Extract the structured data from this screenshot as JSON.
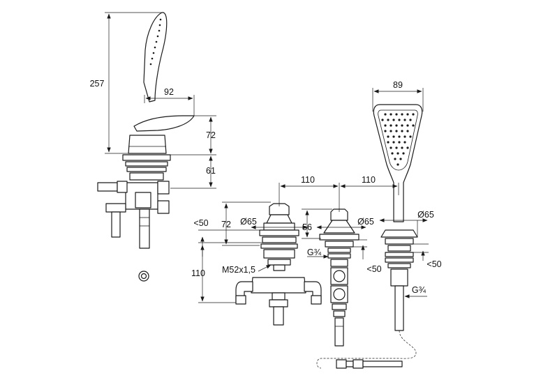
{
  "colors": {
    "line": "#1a1a1a",
    "background": "#ffffff"
  },
  "labels": {
    "side_height_total": "257",
    "side_spout_reach": "92",
    "side_lever_height": "72",
    "side_lower_height": "61",
    "front_spacing_left": "110",
    "front_spacing_right": "110",
    "head_width": "89",
    "mixer_max_deck": "<50",
    "mixer_height": "72",
    "mixer_diameter": "Ø65",
    "mixer_body_height": "110",
    "mixer_thread": "M52x1,5",
    "diverter_height": "56",
    "diverter_diameter": "Ø65",
    "diverter_thread": "G¾",
    "diverter_max_deck": "<50",
    "shower_diameter": "Ø65",
    "shower_max_deck": "<50",
    "shower_thread": "G¾"
  }
}
